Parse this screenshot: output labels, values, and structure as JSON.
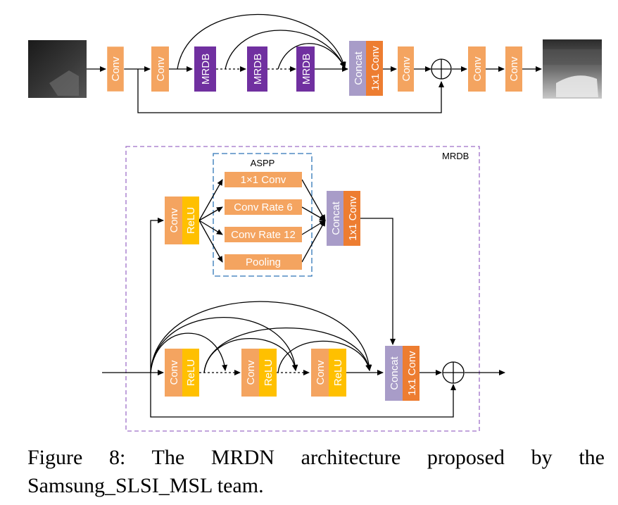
{
  "colors": {
    "conv": "#F4A460",
    "relu": "#FFC000",
    "mrdb": "#7030A0",
    "concat": "#A89CC8",
    "onebyone": "#ED7D31",
    "aspp_border": "#2E75B6",
    "mrdb_border": "#9E6FC8"
  },
  "top": {
    "blocks": [
      {
        "id": "conv1",
        "label": "Conv"
      },
      {
        "id": "conv2",
        "label": "Conv"
      },
      {
        "id": "mrdb1",
        "label": "MRDB"
      },
      {
        "id": "mrdb2",
        "label": "MRDB"
      },
      {
        "id": "mrdb3",
        "label": "MRDB"
      },
      {
        "id": "concat",
        "label": "Concat"
      },
      {
        "id": "onebyone",
        "label": "1x1 Conv"
      },
      {
        "id": "conv3",
        "label": "Conv"
      },
      {
        "id": "conv4",
        "label": "Conv"
      },
      {
        "id": "conv5",
        "label": "Conv"
      }
    ]
  },
  "mrdb": {
    "title": "MRDB",
    "aspp": {
      "title": "ASPP",
      "branches": [
        "1×1 Conv",
        "Conv Rate 6",
        "Conv Rate 12",
        "Pooling"
      ]
    },
    "upper": {
      "conv": "Conv",
      "relu": "ReLU",
      "concat": "Concat",
      "onebyone": "1x1 Conv"
    },
    "lower": {
      "units": [
        {
          "conv": "Conv",
          "relu": "ReLU"
        },
        {
          "conv": "Conv",
          "relu": "ReLU"
        },
        {
          "conv": "Conv",
          "relu": "ReLU"
        }
      ],
      "concat": "Concat",
      "onebyone": "1x1 Conv"
    }
  },
  "caption": "Figure 8: The MRDN architecture proposed by the Samsung_SLSI_MSL team."
}
